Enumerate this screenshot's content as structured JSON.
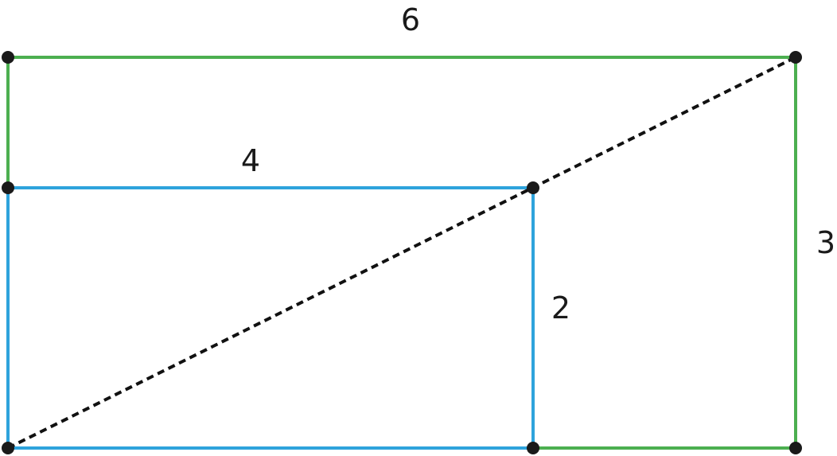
{
  "diagram": {
    "labels": {
      "large_width": "6",
      "large_height": "3",
      "small_width": "4",
      "small_height": "2"
    },
    "colors": {
      "large_rectangle": "#4caf50",
      "small_rectangle": "#2ea3dc",
      "diagonal": "#111111",
      "vertex": "#1a1a1a"
    }
  }
}
